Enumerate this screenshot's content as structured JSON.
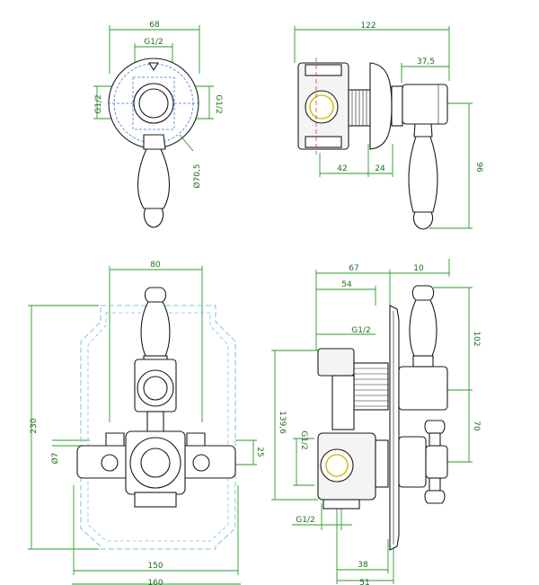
{
  "views": {
    "front_top": {
      "dims": {
        "width_68": "68",
        "inlet_g12_top": "G1/2",
        "side_g12_left": "G1/2",
        "side_g12_right": "G1/2",
        "diameter_70_5": "Ø70,5"
      }
    },
    "side_top": {
      "dims": {
        "overall_122": "122",
        "lever_37_5": "37,5",
        "body_42": "42",
        "nut_24": "24",
        "height_96": "96"
      }
    },
    "front_bottom": {
      "dims": {
        "top_80": "80",
        "height_230": "230",
        "hole_7": "Ø7",
        "depth_25": "25",
        "width_150": "150",
        "width_160": "160"
      }
    },
    "side_bottom": {
      "dims": {
        "depth_67": "67",
        "plate_10": "10",
        "depth_54": "54",
        "top_g12": "G1/2",
        "mid_g12": "G1/2",
        "bottom_g12": "G1/2",
        "height_139_6": "139,6",
        "right_102": "102",
        "right_70": "70",
        "bottom_38": "38",
        "bottom_51": "51"
      }
    }
  }
}
